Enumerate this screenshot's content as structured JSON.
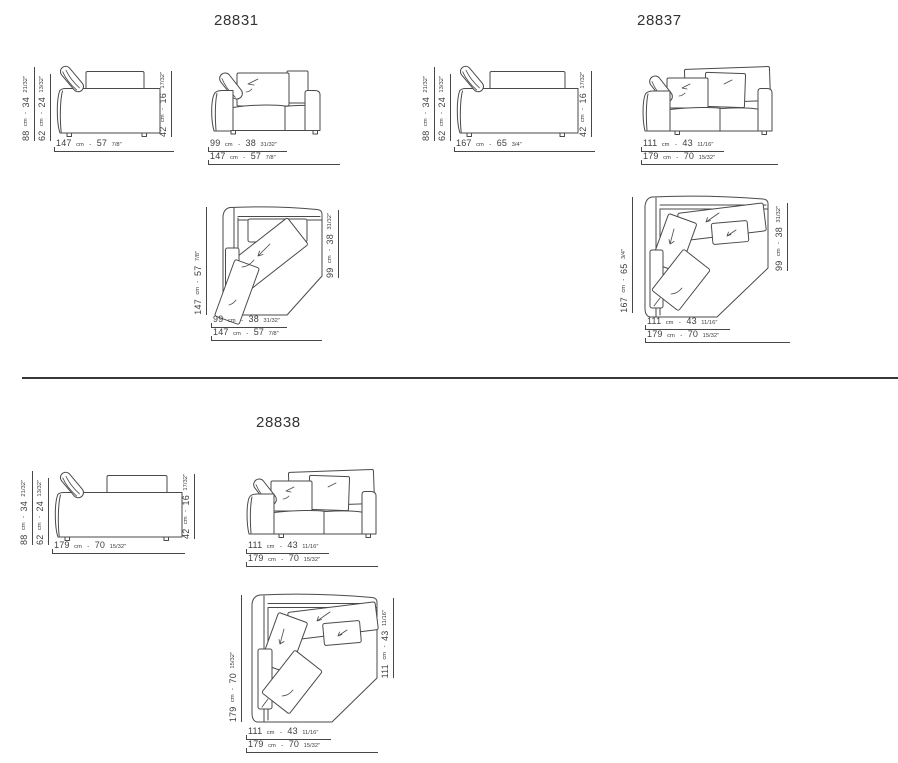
{
  "page": {
    "background": "#ffffff",
    "line_color": "#474747",
    "text_color": "#3d3d3d"
  },
  "units": {
    "cm_label": "cm",
    "separator": "-",
    "inch_mark": "″"
  },
  "dims": {
    "h88": {
      "cm": "88",
      "inch": "34",
      "fraction": "21/32"
    },
    "h62": {
      "cm": "62",
      "inch": "24",
      "fraction": "13/32"
    },
    "h42": {
      "cm": "42",
      "inch": "16",
      "fraction": "17/32"
    },
    "w99": {
      "cm": "99",
      "inch": "38",
      "fraction": "31/32"
    },
    "w111": {
      "cm": "111",
      "inch": "43",
      "fraction": "11/16"
    },
    "w147": {
      "cm": "147",
      "inch": "57",
      "fraction": "7/8"
    },
    "w167": {
      "cm": "167",
      "inch": "65",
      "fraction": "3/4"
    },
    "w179": {
      "cm": "179",
      "inch": "70",
      "fraction": "15/32"
    }
  },
  "products": [
    {
      "code": "28831",
      "views": {
        "side": {
          "overall_height": "h88",
          "back_height": "h62",
          "seat_height": "h42",
          "length": "w147"
        },
        "front": {
          "inner_width": "w99",
          "overall_width": "w147"
        },
        "plan": {
          "depth": "w147",
          "side_width": "w99",
          "front_inner": "w99",
          "front_overall": "w147"
        }
      }
    },
    {
      "code": "28837",
      "views": {
        "side": {
          "overall_height": "h88",
          "back_height": "h62",
          "seat_height": "h42",
          "length": "w167"
        },
        "front": {
          "inner_width": "w111",
          "overall_width": "w179"
        },
        "plan": {
          "depth": "w167",
          "side_width": "w99",
          "front_inner": "w111",
          "front_overall": "w179"
        }
      }
    },
    {
      "code": "28838",
      "views": {
        "side": {
          "overall_height": "h88",
          "back_height": "h62",
          "seat_height": "h42",
          "length": "w179"
        },
        "front": {
          "inner_width": "w111",
          "overall_width": "w179"
        },
        "plan": {
          "depth": "w179",
          "side_width": "w111",
          "front_inner": "w111",
          "front_overall": "w179"
        }
      }
    }
  ]
}
